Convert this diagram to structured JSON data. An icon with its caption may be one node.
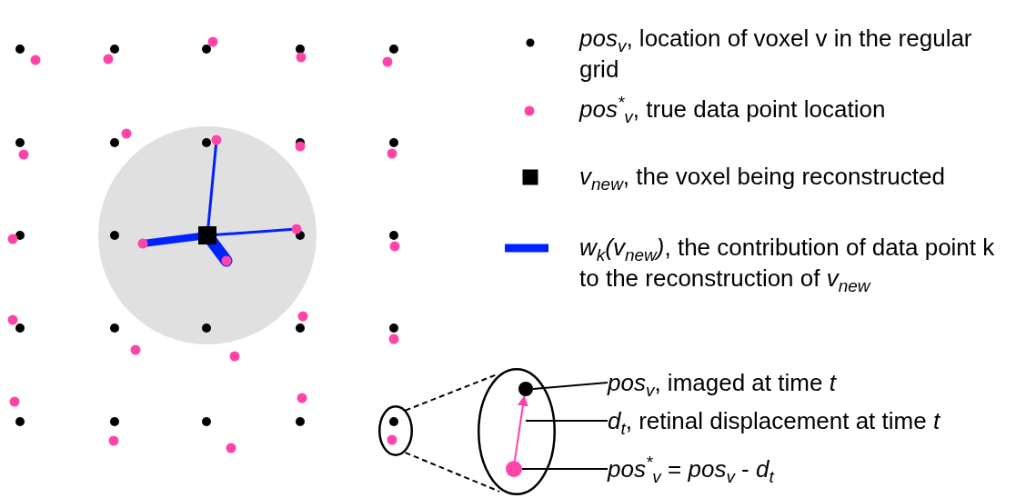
{
  "diagram": {
    "nodes": [
      {
        "text": [],
        "shape": "ellipse"
      },
      {
        "text": [],
        "shape": "ellipse"
      },
      {
        "text": [],
        "shape": "circle",
        "in": 1
      },
      {
        "text": [],
        "shape": "circle",
        "in": 1
      },
      {
        "text": [
          "*pos*$_{v}$, imaged at time *t*"
        ]
      },
      {
        "text": [
          "*d*$_{t}$, retinal displacement at time *t*"
        ]
      },
      {
        "text": [
          "*pos*$^{*}$$_{v}$ = *pos*$_{v}$ - *d*$_{t}$"
        ]
      }
    ],
    "edges": [
      {
        "from": 0,
        "to": 1,
        "arrow": "none",
        "style": "dashed"
      },
      {
        "from": 0,
        "to": 1,
        "arrow": "none",
        "style": "dashed"
      },
      {
        "from": 4,
        "to": 2,
        "arrow": "none"
      },
      {
        "from": 5,
        "to": null,
        "arrow": "none"
      },
      {
        "from": 6,
        "to": 3,
        "arrow": "none"
      },
      {
        "from": 3,
        "to": 2,
        "arrow": "to",
        "color": "#ff44aa"
      }
    ],
    "legend": [
      {
        "text": "*pos*$_{v}$, location of voxel v in the regular grid",
        "color": "#000000"
      },
      {
        "text": "*pos*$^{*}$$_{v}$, true data point location",
        "color": "#ff44aa"
      },
      {
        "text": "*v*$_{new}$, the voxel being reconstructed",
        "color": "#000000"
      },
      {
        "text": "*w*$_{k}$*(v*$_{new}$*)*, the contribution of data point k to the reconstruction of *v*$_{new}$",
        "color": "#0022ff"
      }
    ]
  }
}
